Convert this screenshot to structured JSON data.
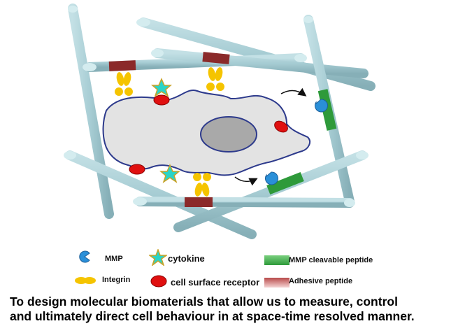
{
  "colors": {
    "fiber": "#a8cdd4",
    "fiber_edge": "#7fa9b1",
    "fiber_end": "#d4ecef",
    "adhesive": "#8b2a2a",
    "mmp_cleavable": "#2e9a3a",
    "cell_fill": "#e3e3e3",
    "cell_outline": "#2d3a8c",
    "nucleus": "#a9a9a9",
    "receptor": "#e01010",
    "integrin": "#f5c400",
    "cytokine": "#2ad4c8",
    "cytokine_outline": "#c9a227",
    "mmp": "#2a8fd8"
  },
  "icons": {
    "mmp": "mmp-pacman-icon",
    "integrin": "integrin-icon",
    "cytokine": "cytokine-star-icon",
    "receptor": "receptor-oval-icon",
    "cleavable": "green-peptide-icon",
    "adhesive": "red-peptide-icon"
  },
  "legend": {
    "mmp": "MMP",
    "cytokine": "cytokine",
    "mmp_cleavable_peptide": "MMP cleavable peptide",
    "integrin": "Integrin",
    "cell_surface_receptor": "cell surface receptor",
    "adhesive_peptide": "Adhesive peptide"
  },
  "caption": {
    "line1": "To design molecular biomaterials that allow us to measure, control",
    "line2": "and ultimately direct cell behaviour in at space-time resolved manner."
  }
}
